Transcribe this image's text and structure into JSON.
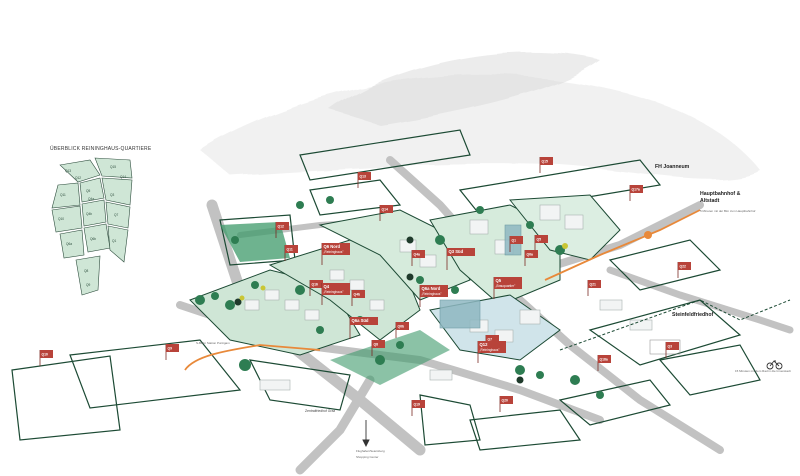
{
  "inset": {
    "title": "ÜBERBLICK REININGHAUS-QUARTIERE",
    "labels": [
      "Q13",
      "Q12",
      "Q15",
      "Q14",
      "Q11",
      "Q5",
      "Q4a",
      "Q3",
      "Q10",
      "Q4b",
      "Q7",
      "Q6a",
      "Q6b",
      "Q1",
      "Q8",
      "Q9"
    ]
  },
  "places": {
    "fh_joanneum": "FH Joanneum",
    "hbf_line1": "Hauptbahnhof &",
    "hbf_line2": "Altstadt",
    "hbf_note": "5 Minuten mit der Bim zum Hauptbahnhof",
    "steinfeldfriedhof": "Steinfeldfriedhof",
    "bike_note": "15 Minuten mit dem Rad in die Innenstadt",
    "zentralfriedhof": "Zentralfriedhof Graz",
    "bus_note": "S-Bahn Station Puntigam",
    "south_line1": "Flughafen/Seiersberg",
    "south_line2": "Shopping Center"
  },
  "quarter_flags": [
    {
      "label": "Q12",
      "color": "#b8433a"
    },
    {
      "label": "Q13",
      "color": "#b8433a"
    },
    {
      "label": "Q14",
      "color": "#b8433a"
    },
    {
      "label": "Q11",
      "color": "#b8433a"
    },
    {
      "label": "Q10",
      "color": "#b8433a"
    },
    {
      "label": "Q15",
      "color": "#b8433a"
    },
    {
      "label": "Q16",
      "color": "#b8433a"
    },
    {
      "label": "Q4a",
      "color": "#b8433a"
    },
    {
      "label": "Q4b",
      "color": "#b8433a"
    },
    {
      "label": "Q1",
      "color": "#b8433a"
    },
    {
      "label": "Q6b",
      "color": "#b8433a"
    },
    {
      "label": "Q9",
      "color": "#b8433a"
    },
    {
      "label": "Q8",
      "color": "#b8433a"
    },
    {
      "label": "Q7",
      "color": "#b8433a"
    },
    {
      "label": "Q19",
      "color": "#b8433a"
    },
    {
      "label": "Q20",
      "color": "#b8433a"
    },
    {
      "label": "Q21",
      "color": "#b8433a"
    },
    {
      "label": "Q22",
      "color": "#b8433a"
    },
    {
      "label": "Q17a",
      "color": "#b8433a"
    },
    {
      "label": "Q18a",
      "color": "#b8433a"
    },
    {
      "label": "Q3",
      "color": "#b8433a"
    },
    {
      "label": "Q5",
      "color": "#b8433a"
    },
    {
      "label": "Q6a",
      "color": "#b8433a"
    }
  ],
  "named_flags": [
    {
      "code": "Q6 Nord",
      "name": "„Reininghaus\""
    },
    {
      "code": "Q3 Süd",
      "name": ""
    },
    {
      "code": "Q4",
      "name": "„Reininghaus\""
    },
    {
      "code": "Q6a Nord",
      "name": "„Reininghaus\""
    },
    {
      "code": "Q5",
      "name": "„Brauquartier\""
    },
    {
      "code": "Q6a Süd",
      "name": ""
    },
    {
      "code": "Q12",
      "name": "„Reininghaus\""
    }
  ],
  "colors": {
    "green_dark": "#1f6b45",
    "green_mid": "#3e9a6a",
    "green_light": "#cfe6d6",
    "flag_red": "#b8433a",
    "road_gray": "#bfbfbf",
    "tram_orange": "#e8893a",
    "outline": "#1c4a34"
  }
}
